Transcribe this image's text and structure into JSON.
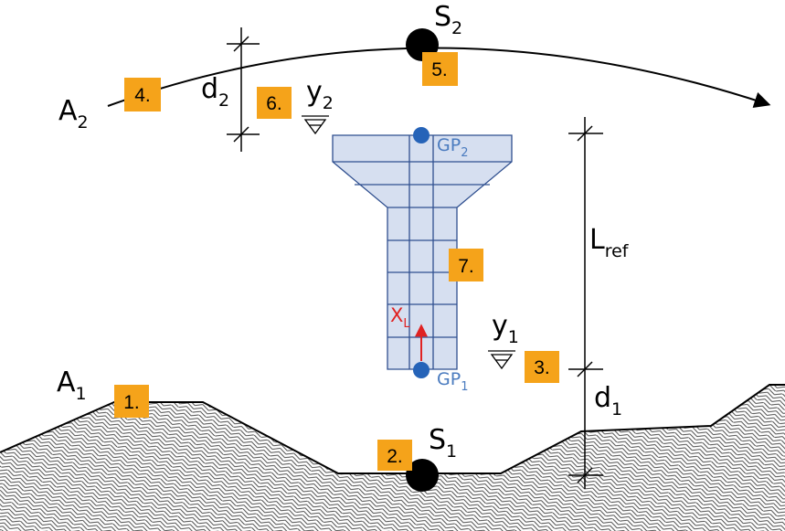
{
  "colors": {
    "step_box": "#f5a31a",
    "pier_fill": "#d6dff0",
    "pier_line": "#2f4f8f",
    "point_blue": "#2563b8",
    "arrow_red": "#e02222"
  },
  "labels": {
    "A1": {
      "main": "A",
      "sub": "1"
    },
    "A2": {
      "main": "A",
      "sub": "2"
    },
    "S1": {
      "main": "S",
      "sub": "1"
    },
    "S2": {
      "main": "S",
      "sub": "2"
    },
    "d1": {
      "main": "d",
      "sub": "1"
    },
    "d2": {
      "main": "d",
      "sub": "2"
    },
    "y1": {
      "main": "y",
      "sub": "1"
    },
    "y2": {
      "main": "y",
      "sub": "2"
    },
    "Lref": {
      "main": "L",
      "sub": "ref"
    },
    "GP1": {
      "main": "GP",
      "sub": "1"
    },
    "GP2": {
      "main": "GP",
      "sub": "2"
    },
    "XL": {
      "main": "X",
      "sub": "L"
    }
  },
  "steps": [
    "1.",
    "2.",
    "3.",
    "4.",
    "5.",
    "6.",
    "7."
  ]
}
